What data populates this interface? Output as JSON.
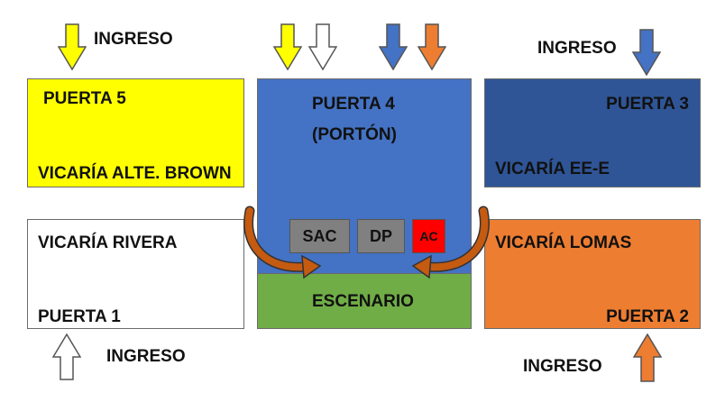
{
  "ingreso_label": "INGRESO",
  "puerta5": {
    "title": "PUERTA 5",
    "name": "VICARÍA ALTE. BROWN",
    "color": "#ffff00"
  },
  "puerta4": {
    "line1": "PUERTA 4",
    "line2": "(PORTÓN)",
    "color": "#4472c4"
  },
  "puerta3": {
    "title": "PUERTA 3",
    "name": "VICARÍA EE-E",
    "color": "#2f5597"
  },
  "puerta1": {
    "title": "PUERTA 1",
    "name": "VICARÍA RIVERA",
    "color": "#ffffff"
  },
  "puerta2": {
    "title": "PUERTA 2",
    "name": "VICARÍA LOMAS",
    "color": "#ed7d31"
  },
  "escenario": {
    "label": "ESCENARIO",
    "color": "#70ad47"
  },
  "booths": {
    "sac": "SAC",
    "dp": "DP",
    "ac": "AC",
    "gray": "#808080",
    "red": "#ff0000"
  }
}
